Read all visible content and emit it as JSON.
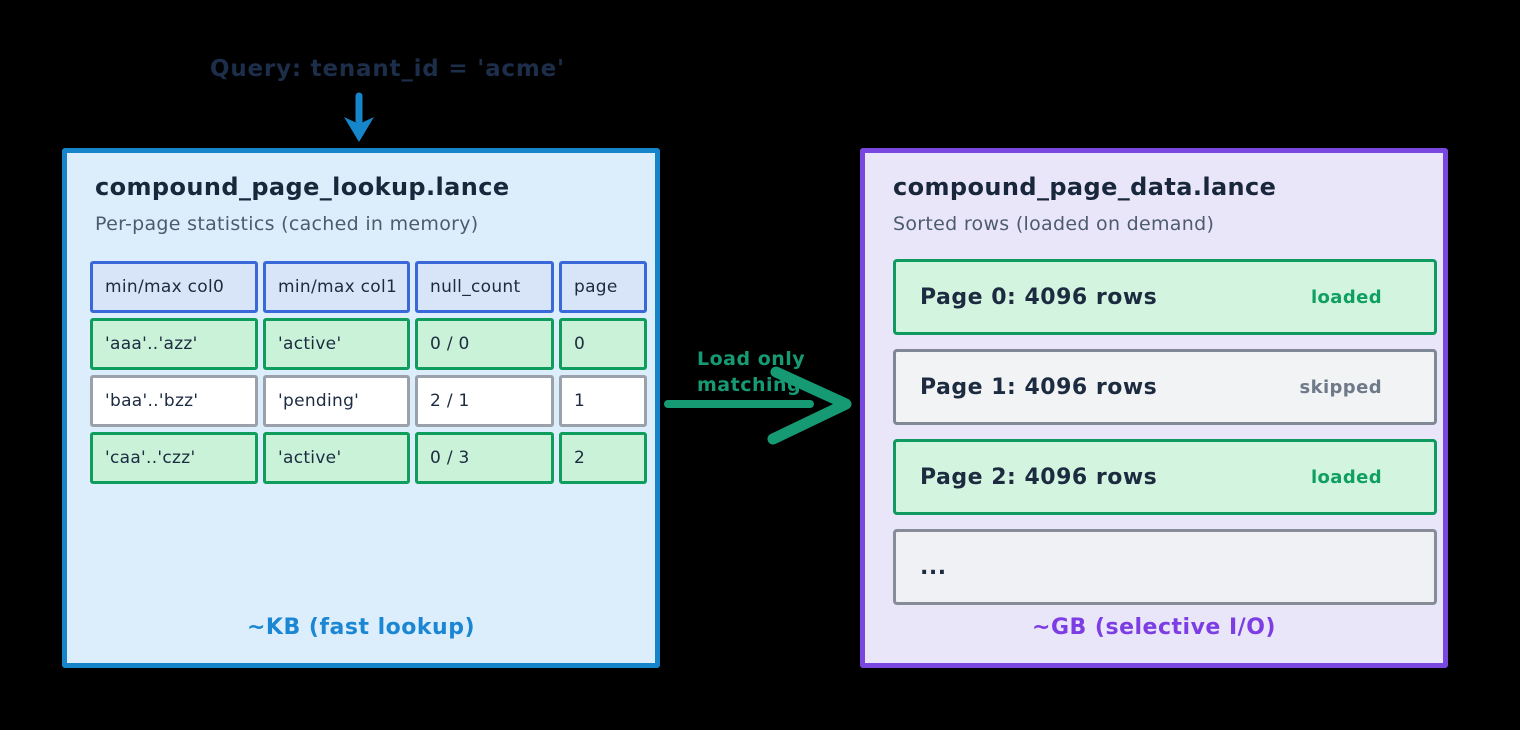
{
  "query": {
    "label": "Query: tenant_id = 'acme'"
  },
  "flow": {
    "arrow_label_line1": "Load only",
    "arrow_label_line2": "matching"
  },
  "lookup_panel": {
    "title": "compound_page_lookup.lance",
    "subtitle": "Per-page statistics (cached in memory)",
    "footer": "~KB (fast lookup)",
    "table": {
      "headers": [
        "min/max col0",
        "min/max col1",
        "null_count",
        "page"
      ],
      "rows": [
        {
          "cells": [
            "'aaa'..'azz'",
            "'active'",
            "0 / 0",
            "0"
          ],
          "state": "match"
        },
        {
          "cells": [
            "'baa'..'bzz'",
            "'pending'",
            "2 / 1",
            "1"
          ],
          "state": "no-match"
        },
        {
          "cells": [
            "'caa'..'czz'",
            "'active'",
            "0 / 3",
            "2"
          ],
          "state": "match"
        }
      ]
    }
  },
  "data_panel": {
    "title": "compound_page_data.lance",
    "subtitle": "Sorted rows (loaded on demand)",
    "footer": "~GB (selective I/O)",
    "pages": [
      {
        "label": "Page 0: 4096 rows",
        "badge": "loaded",
        "state": "loaded"
      },
      {
        "label": "Page 1: 4096 rows",
        "badge": "skipped",
        "state": "skipped"
      },
      {
        "label": "Page 2: 4096 rows",
        "badge": "loaded",
        "state": "loaded"
      },
      {
        "label": "...",
        "badge": "",
        "state": "more"
      }
    ]
  },
  "colors": {
    "background": "#000000",
    "lookup_border": "#1684cb",
    "lookup_bg": "#dceefb",
    "data_border": "#7a48e0",
    "data_bg": "#eae6f9",
    "header_cell_border": "#3a68d9",
    "header_cell_bg": "#d8e4f8",
    "match_border": "#0f9d5d",
    "match_bg": "#c9f2d9",
    "skip_border": "#808895",
    "arrow_green": "#169a73",
    "arrow_blue": "#1586ca",
    "kb_label_blue": "#1b87d4",
    "gb_label_purple": "#7c3ee4",
    "ink_navy": "#1c2b40",
    "muted_gray": "#4d5c6d"
  }
}
